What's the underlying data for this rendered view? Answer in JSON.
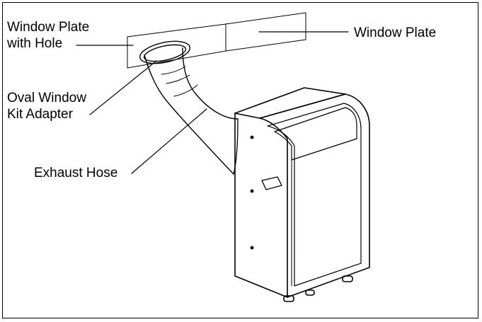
{
  "labels": {
    "window_plate_with_hole": [
      "Window Plate",
      "with Hole"
    ],
    "window_plate": "Window Plate",
    "oval_window_kit_adapter": [
      "Oval Window",
      "Kit Adapter"
    ],
    "exhaust_hose": "Exhaust Hose"
  },
  "colors": {
    "line": "#000000",
    "background": "#ffffff"
  }
}
